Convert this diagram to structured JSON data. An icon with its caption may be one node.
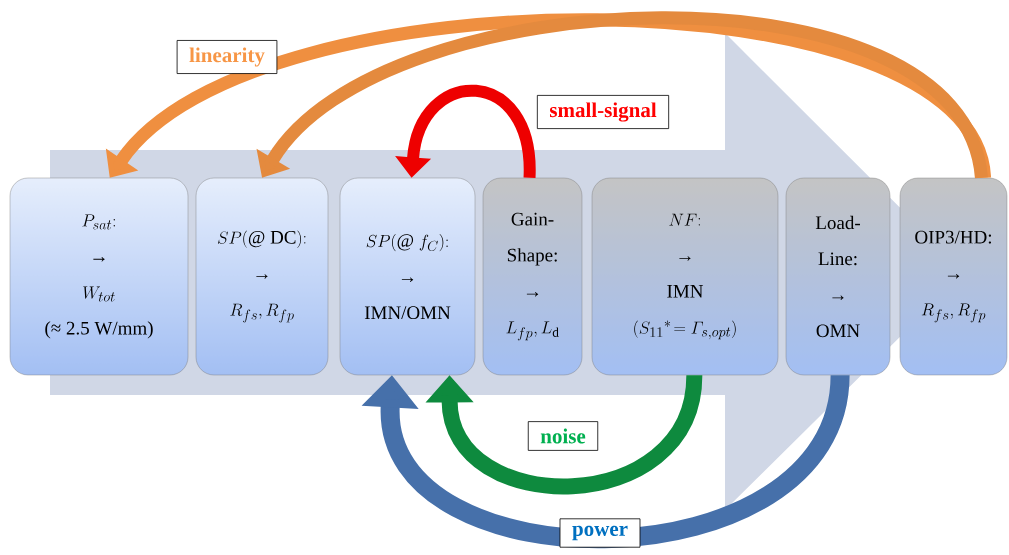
{
  "diagram": {
    "nodes": [
      {
        "text": [
          "P_{sat}{:}",
          "→",
          "W_{tot}",
          "(≈ 2.5 W/mm)"
        ]
      },
      {
        "text": [
          "SP(@\\ \\mathrm{DC}){:}",
          "→",
          "R_{fs}, R_{fp}"
        ]
      },
      {
        "text": [
          "SP(@\\ f_C){:}",
          "→",
          "IMN/OMN"
        ]
      },
      {
        "text": [
          "Gain-Shape:",
          "→",
          "L_{fp}, L_{\\mathrm{d}}"
        ]
      },
      {
        "text": [
          "NF{:}",
          "→",
          "IMN",
          "(S_{11}{}^{*}\\!= \\varGamma_{s,opt})"
        ]
      },
      {
        "text": [
          "Load-Line:",
          "→",
          "OMN"
        ]
      },
      {
        "text": [
          "OIP3/HD:",
          "→",
          "R_{fs}, R_{fp}"
        ]
      }
    ],
    "edges": [
      {
        "from": 6,
        "to": 0,
        "arrow": "to",
        "label": "linearity",
        "color": "#ef8f40"
      },
      {
        "from": 6,
        "to": 1,
        "arrow": "to",
        "color": "#e48a3e"
      },
      {
        "from": 3,
        "to": 2,
        "arrow": "to",
        "label": "small-signal",
        "color": "#ee0000"
      },
      {
        "from": 4,
        "to": 2,
        "arrow": "to",
        "label": "noise",
        "color": "#0e8a3e"
      },
      {
        "from": 5,
        "to": 2,
        "arrow": "to",
        "label": "power",
        "color": "#4670aa"
      },
      {
        "from": 0,
        "to": 6,
        "arrow": "to",
        "style": "thick",
        "color": "#d0d7e6"
      }
    ]
  }
}
